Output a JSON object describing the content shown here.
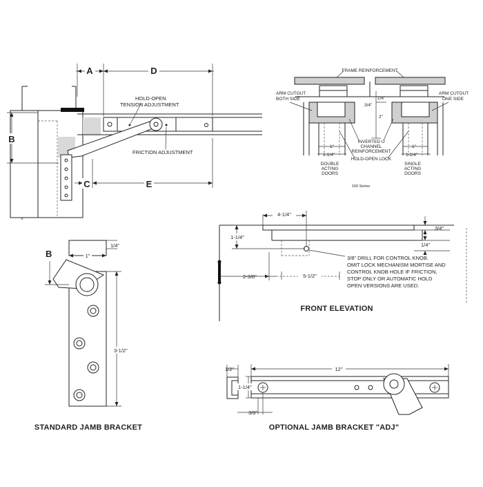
{
  "top_left": {
    "dims": {
      "a": "A",
      "d": "D",
      "b": "B",
      "c": "C",
      "e": "E"
    },
    "labels": {
      "hold_open": "HOLD-OPEN",
      "tension_adjustment": "TENSION ADJUSTMENT",
      "friction_adjustment": "FRICTION  ADJUSTMENT"
    }
  },
  "top_right": {
    "frame_reinforcement": "FRAME REINFORCEMENT",
    "arm_cutout_both_1": "ARM CUTOUT",
    "arm_cutout_both_2": "BOTH SIDE",
    "arm_cutout_one_1": "ARM CUTOUT",
    "arm_cutout_one_2": "ONE SIDE",
    "dim_quarter": "1/4\"",
    "dim_three_quarter": "3/4\"",
    "dim_two": "2\"",
    "dim_one_left": "1\"",
    "dim_one_quarter_left": "1-1/4\"",
    "dim_one_right": "1\"",
    "dim_one_quarter_right": "1-1/4\"",
    "inverted_1": "INVERTED U",
    "inverted_2": "CHANNEL",
    "inverted_3": "REINFORCEMENT",
    "hold_open_lock": "HOLD-OPEN LOCK",
    "double_1": "DOUBLE",
    "double_2": "ACTING",
    "double_3": "DOORS",
    "single_1": "SINGLE",
    "single_2": "ACTING",
    "single_3": "DOORS",
    "series": "100 Series"
  },
  "front_elevation": {
    "title": "FRONT ELEVATION",
    "dim_4_1_4": "4-1/4\"",
    "dim_3_4": "3/4\"",
    "dim_1_1_4": "1-1/4\"",
    "dim_1_4": "1/4\"",
    "dim_2_3_8": "2-3/8\"",
    "dim_5_1_2": "5-1/2\"",
    "note_lines": [
      "3/8\" DRILL FOR CONTROL KNOB.",
      "OMIT LOCK MECHANISM MORTISE AND",
      "CONTROL KNOB HOLE IF FRICTION,",
      "STOP ONLY OR AUTOMATIC HOLD",
      "OPEN VERSIONS ARE USED."
    ]
  },
  "standard_bracket": {
    "title": "STANDARD JAMB BRACKET",
    "dim_b": "B",
    "dim_1_4": "1/4\"",
    "dim_1": "1\"",
    "dim_3_1_2": "3-1/2\""
  },
  "optional_bracket": {
    "title": "OPTIONAL JAMB BRACKET \"ADJ\"",
    "dim_1_2": "1/2\"",
    "dim_12": "12\"",
    "dim_1_1_4": "1-1/4\"",
    "dim_3_8": "3/8\""
  }
}
